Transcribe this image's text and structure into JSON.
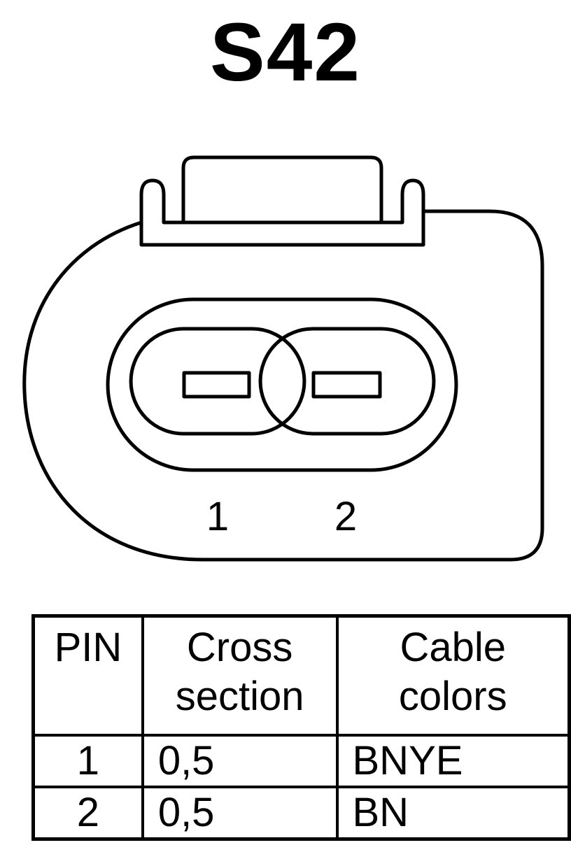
{
  "title": "S42",
  "connector": {
    "pins": [
      {
        "number": "1"
      },
      {
        "number": "2"
      }
    ]
  },
  "table": {
    "headers": {
      "pin": "PIN",
      "cross_section_line1": "Cross",
      "cross_section_line2": "section",
      "cable_colors_line1": "Cable",
      "cable_colors_line2": "colors"
    },
    "rows": [
      {
        "pin": "1",
        "cross_section": "0,5",
        "cable_color": "BNYE"
      },
      {
        "pin": "2",
        "cross_section": "0,5",
        "cable_color": "BN"
      }
    ]
  }
}
